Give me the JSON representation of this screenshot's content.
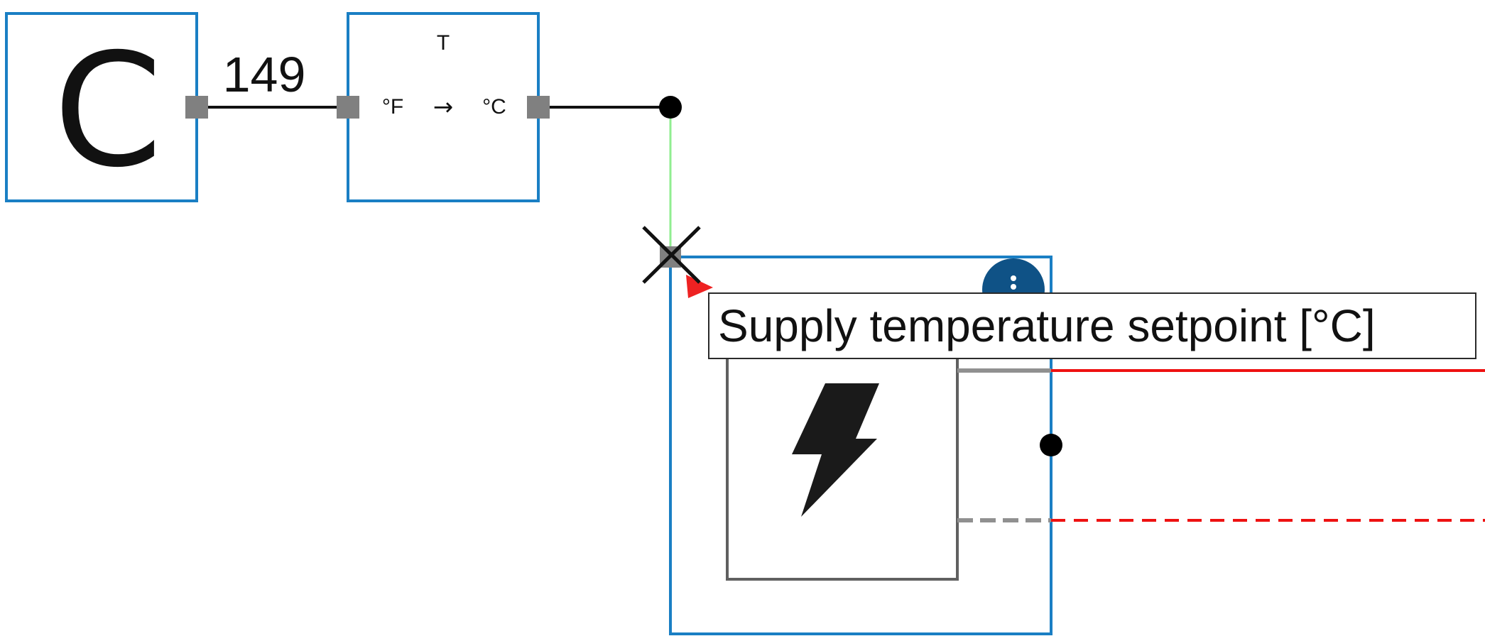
{
  "diagram": {
    "constant_block": {
      "label": "C"
    },
    "connection_value": "149",
    "converter_block": {
      "title": "T",
      "from_unit": "°F",
      "arrow": "→",
      "to_unit": "°C"
    },
    "heater_block": {
      "icon": "lightning-bolt-icon",
      "menu_icon": "vertical-ellipsis-icon"
    },
    "tooltip": "Supply temperature setpoint [°C]"
  },
  "colors": {
    "block_border": "#1a7fc4",
    "port": "#808080",
    "wire": "#111111",
    "active_wire": "#90ee90",
    "hot_line": "#ee1111",
    "menu_button": "#0f5286"
  }
}
